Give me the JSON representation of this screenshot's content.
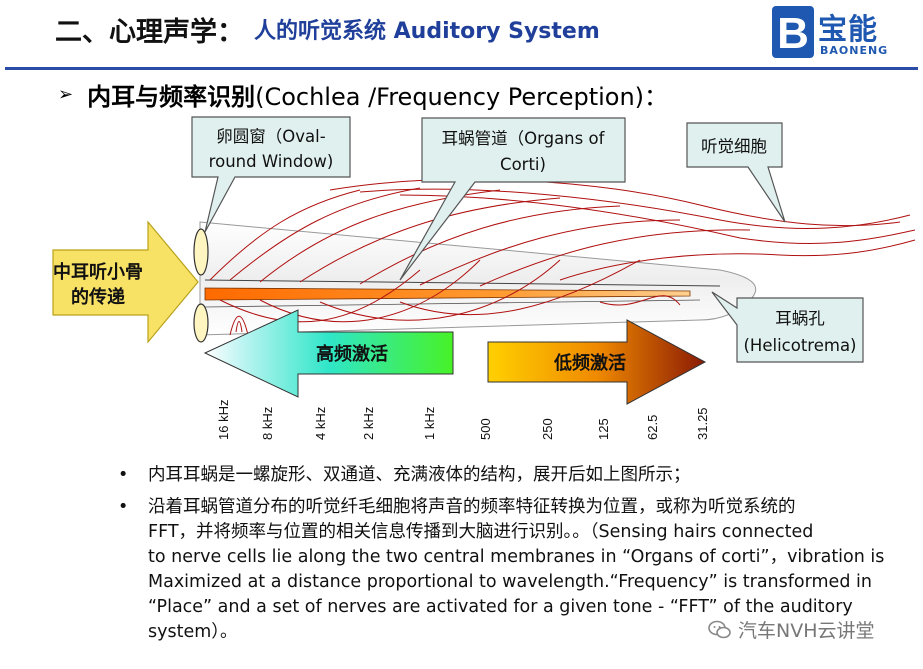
{
  "header": {
    "title_main": "二、心理声学：",
    "title_sub": "人的听觉系统 Auditory System",
    "logo_letter": "B",
    "logo_text": "宝能",
    "logo_en": "BAONENG"
  },
  "section": {
    "marker": "➢",
    "title_zh": "内耳与频率识别",
    "title_en": "(Cochlea /Frequency Perception)：",
    "colors": {
      "accent": "#1f3f9a",
      "logo": "#1f58b0",
      "callout": "#e0f0ef",
      "arrow": "#f7e266"
    }
  },
  "diagram": {
    "input_arrow_label_line1": "中耳听小骨",
    "input_arrow_label_line2": "的传递",
    "callouts": {
      "oval_window_line1": "卵圆窗（Oval-",
      "oval_window_line2": "round Window)",
      "organs_corti_line1": "耳蜗管道（Organs of",
      "organs_corti_line2": "Corti)",
      "hair_cells": "听觉细胞",
      "helicotrema_line1": "耳蜗孔",
      "helicotrema_line2": "(Helicotrema)"
    },
    "high_freq_label": "高频激活",
    "low_freq_label": "低频激活",
    "frequency_ticks": [
      "16 kHz",
      "8 kHz",
      "4 kHz",
      "2 kHz",
      "1 kHz",
      "500",
      "250",
      "125",
      "62.5",
      "31.25"
    ]
  },
  "bullets": {
    "b1": "内耳耳蜗是一螺旋形、双通道、充满液体的结构，展开后如上图所示；",
    "b2_line1": "沿着耳蜗管道分布的听觉纤毛细胞将声音的频率特征转换为位置，或称为听觉系统的",
    "b2_line2": "FFT，并将频率与位置的相关信息传播到大脑进行识别。。（Sensing hairs connected",
    "b2_line3": "to nerve cells lie along the two central membranes in “Organs of corti”，vibration is",
    "b2_line4": "Maximized at a distance proportional to wavelength.“Frequency” is transformed in",
    "b2_line5": "“Place” and a set of nerves are activated for a given tone - “FFT” of the auditory",
    "b2_line6": "system）。",
    "marker": "•"
  },
  "watermark": "汽车NVH云讲堂"
}
